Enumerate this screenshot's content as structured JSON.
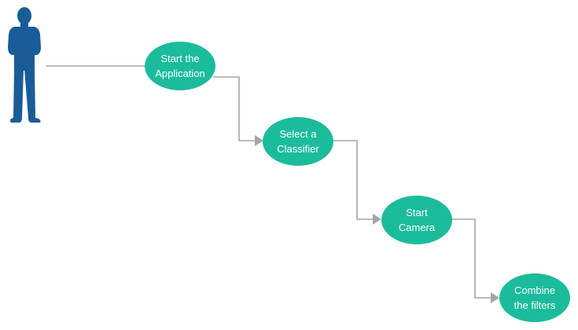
{
  "diagram": {
    "type": "use-case-flow",
    "colors": {
      "node_fill": "#1bbc9b",
      "node_text": "#ffffff",
      "connector": "#a6a6a6",
      "actor": "#1a5c98",
      "background": "#ffffff"
    },
    "actor": {
      "icon": "person-silhouette-icon"
    },
    "nodes": [
      {
        "id": "start-app",
        "lines": [
          "Start the",
          "Application"
        ]
      },
      {
        "id": "select-classifier",
        "lines": [
          "Select a",
          "Classifier"
        ]
      },
      {
        "id": "start-camera",
        "lines": [
          "Start",
          "Camera"
        ]
      },
      {
        "id": "combine-filters",
        "lines": [
          "Combine",
          "the filters"
        ]
      }
    ],
    "edges": [
      {
        "from": "actor",
        "to": "start-app",
        "arrow": false
      },
      {
        "from": "start-app",
        "to": "select-classifier",
        "arrow": true
      },
      {
        "from": "select-classifier",
        "to": "start-camera",
        "arrow": true
      },
      {
        "from": "start-camera",
        "to": "combine-filters",
        "arrow": true
      }
    ]
  }
}
